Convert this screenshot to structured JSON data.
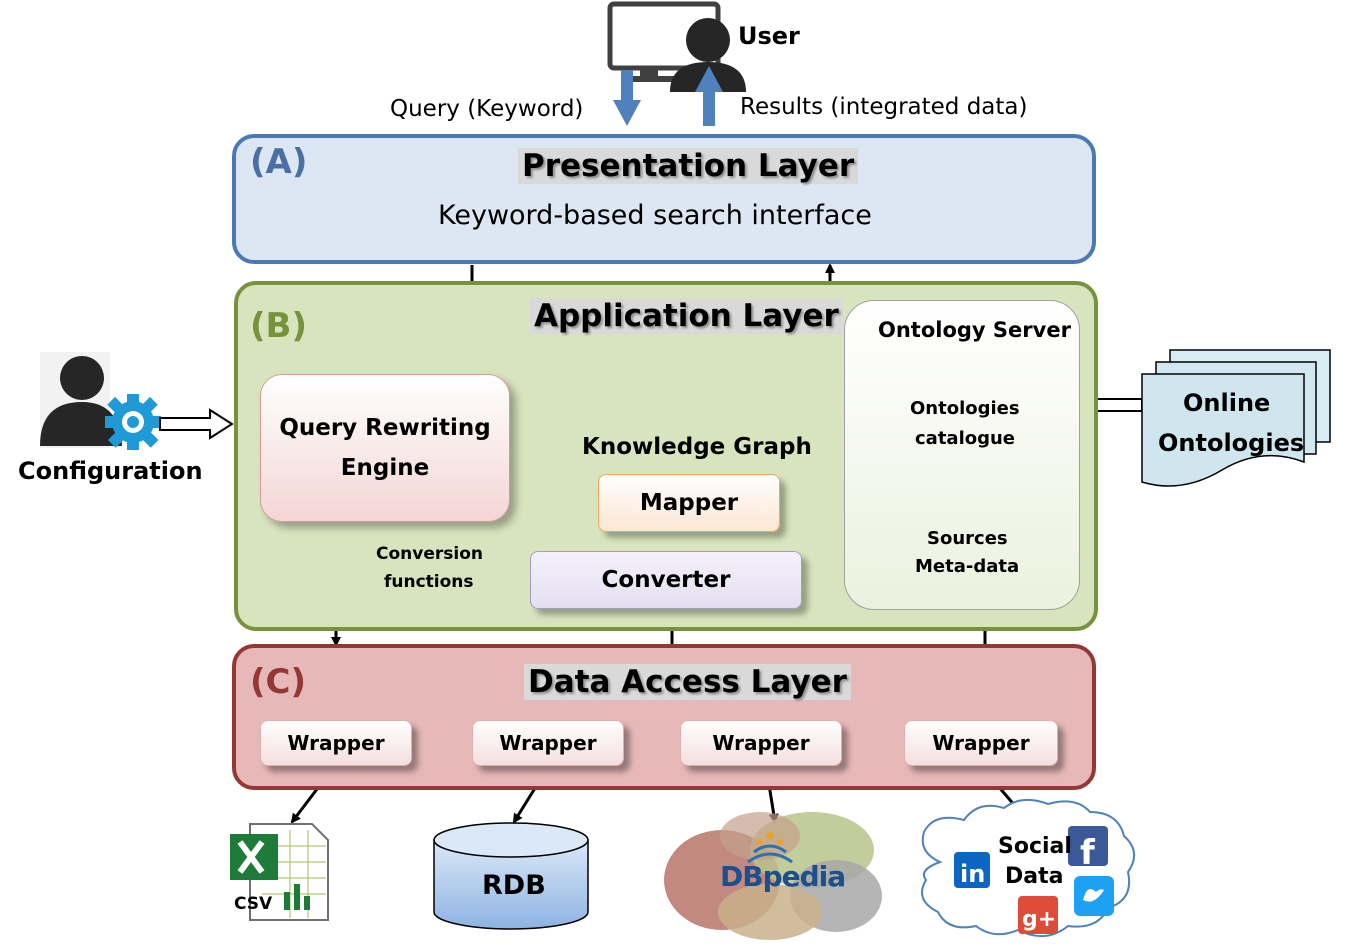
{
  "user": {
    "label": "User"
  },
  "arrows": {
    "query": "Query (Keyword)",
    "results": "Results (integrated data)"
  },
  "presentation": {
    "tag": "(A)",
    "title": "Presentation Layer",
    "subtitle": "Keyword-based search interface"
  },
  "application": {
    "tag": "(B)",
    "title": "Application Layer",
    "knowledge_graph": "Knowledge Graph",
    "query_rewriting": [
      "Query Rewriting",
      "Engine"
    ],
    "mapper": "Mapper",
    "conversion_functions": [
      "Conversion",
      "functions"
    ],
    "converter": "Converter",
    "ontology_server": {
      "title": "Ontology Server",
      "catalogue": [
        "Ontologies",
        "catalogue"
      ],
      "metadata": [
        "Sources",
        "Meta-data"
      ]
    }
  },
  "configuration": {
    "label": "Configuration"
  },
  "online_ontologies": [
    "Online",
    "Ontologies"
  ],
  "data_access": {
    "tag": "(C)",
    "title": "Data Access Layer",
    "wrappers": [
      "Wrapper",
      "Wrapper",
      "Wrapper",
      "Wrapper"
    ]
  },
  "sources": {
    "csv": "CSV",
    "rdb": "RDB",
    "dbpedia": "DBpedia",
    "social": [
      "Social",
      "Data"
    ],
    "social_icons": [
      "linkedin-icon",
      "facebook-icon",
      "twitter-icon",
      "google-plus-icon"
    ]
  },
  "colors": {
    "presentation_fill": "#dde7f3",
    "presentation_border": "#4a7ab5",
    "application_fill": "#d8e4bd",
    "application_border": "#76923c",
    "data_fill": "#e6b8b7",
    "data_border": "#953735",
    "ontology_fill": "#cde3ea"
  }
}
